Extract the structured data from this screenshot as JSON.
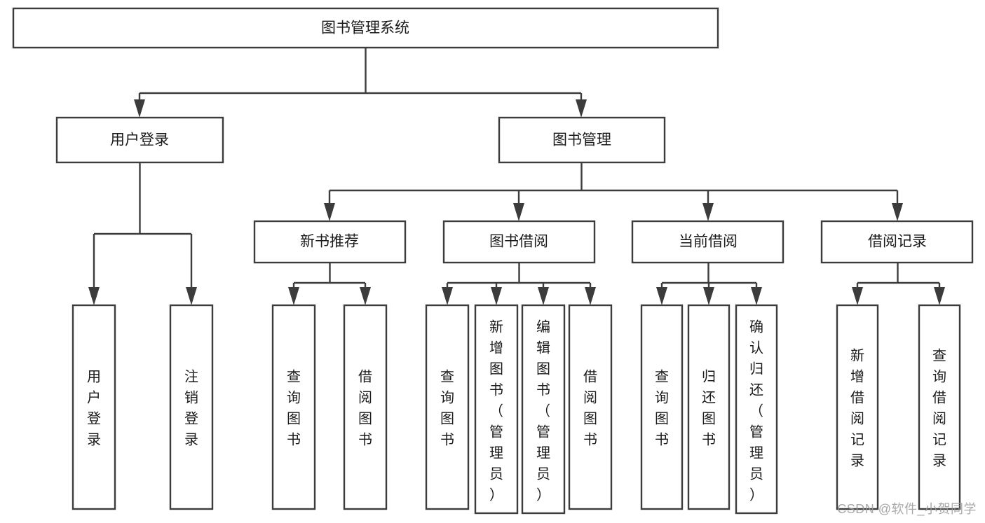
{
  "diagram": {
    "title": "图书管理系统",
    "type": "tree-hierarchy-diagram",
    "colors": {
      "stroke": "#3c3c3c",
      "fill": "#ffffff",
      "text": "#1a1a1a",
      "watermark": "#9a9a9a"
    },
    "root": {
      "label": "图书管理系统"
    },
    "level2": [
      {
        "label": "用户登录"
      },
      {
        "label": "图书管理"
      }
    ],
    "level3": [
      {
        "label": "新书推荐"
      },
      {
        "label": "图书借阅"
      },
      {
        "label": "当前借阅"
      },
      {
        "label": "借阅记录"
      }
    ],
    "leaves": {
      "user_login": [
        {
          "label": "用户登录"
        },
        {
          "label": "注销登录"
        }
      ],
      "new_book_recommend": [
        {
          "label": "查询图书"
        },
        {
          "label": "借阅图书"
        }
      ],
      "book_borrow": [
        {
          "label": "查询图书"
        },
        {
          "label": "新增图书（管理员）"
        },
        {
          "label": "编辑图书（管理员）"
        },
        {
          "label": "借阅图书"
        }
      ],
      "current_borrow": [
        {
          "label": "查询图书"
        },
        {
          "label": "归还图书"
        },
        {
          "label": "确认归还（管理员）"
        }
      ],
      "borrow_record": [
        {
          "label": "新增借阅记录"
        },
        {
          "label": "查询借阅记录"
        }
      ]
    }
  },
  "watermark": {
    "text": "CSDN @软件_小贺同学"
  }
}
